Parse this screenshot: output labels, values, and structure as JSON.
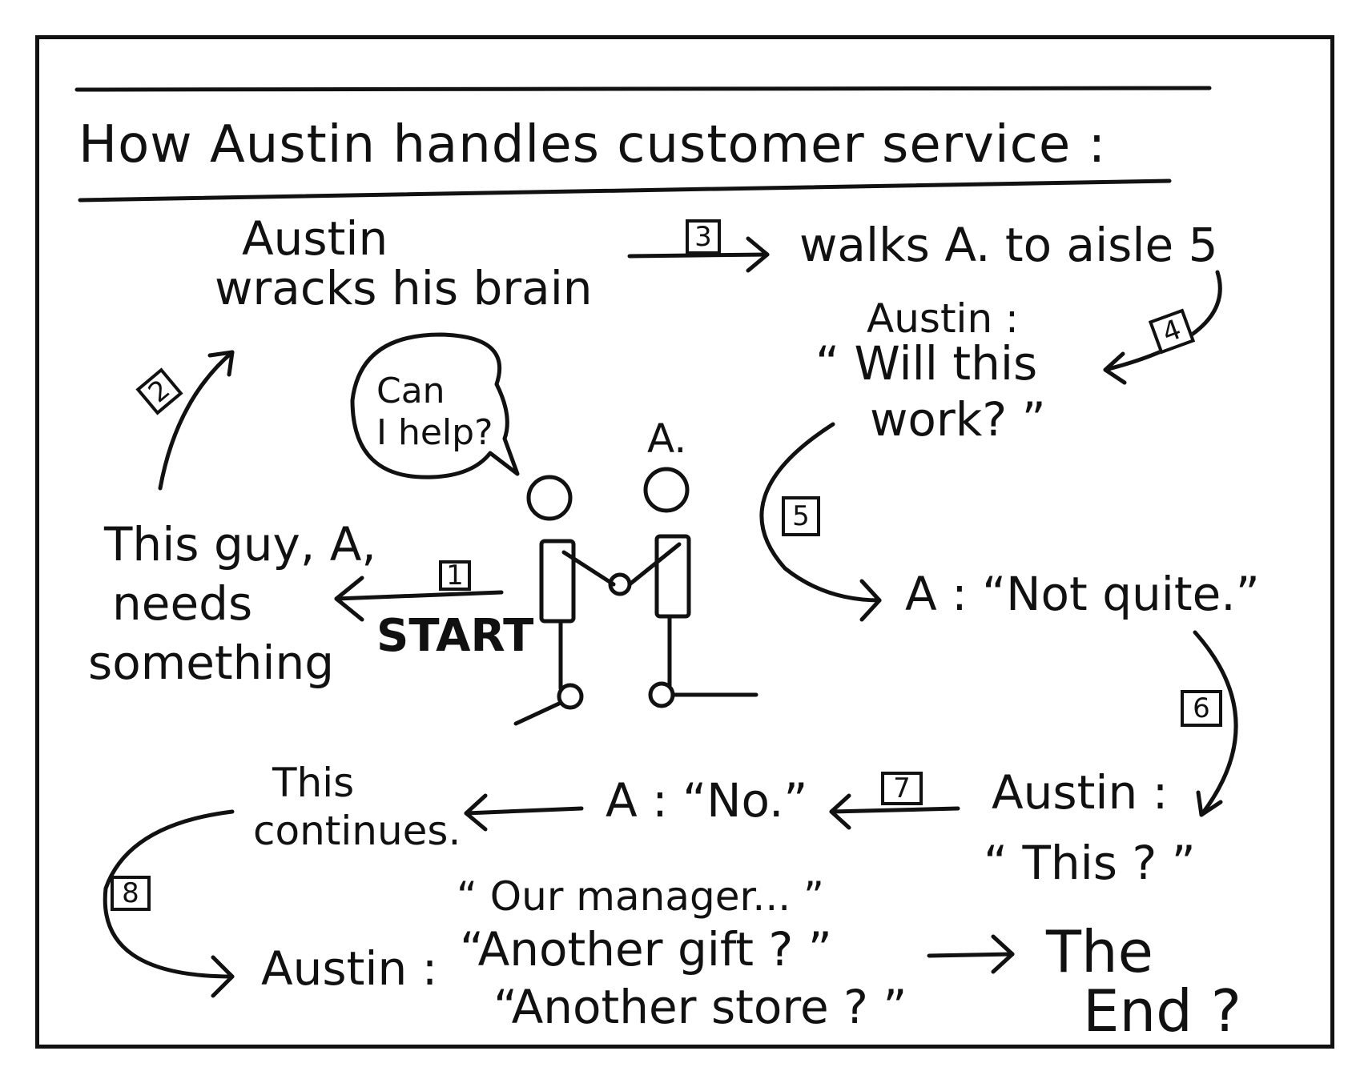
{
  "title": "How Austin handles customer service :",
  "start_label": "START",
  "speech_bubble": [
    "Can",
    "I help?"
  ],
  "customer_label": "A.",
  "nodes": {
    "needs": [
      "This guy, A,",
      "needs",
      "something"
    ],
    "wracks": [
      "Austin",
      "wracks his brain"
    ],
    "walks": "walks A. to aisle 5",
    "will_this": [
      "Austin :",
      "“ Will this",
      "work? ”"
    ],
    "not_quite": "A : “Not quite.”",
    "this_q": [
      "Austin :",
      "“ This ? ”"
    ],
    "no": "A : “No.”",
    "continues": [
      "This",
      "continues."
    ],
    "austin_final": "Austin :",
    "final_quotes": [
      "“ Our manager... ”",
      "“Another gift ? ”",
      "“Another store ? ”"
    ],
    "the_end": [
      "The",
      "End ?"
    ]
  },
  "step_numbers": [
    "1",
    "2",
    "3",
    "4",
    "5",
    "6",
    "7",
    "8"
  ]
}
